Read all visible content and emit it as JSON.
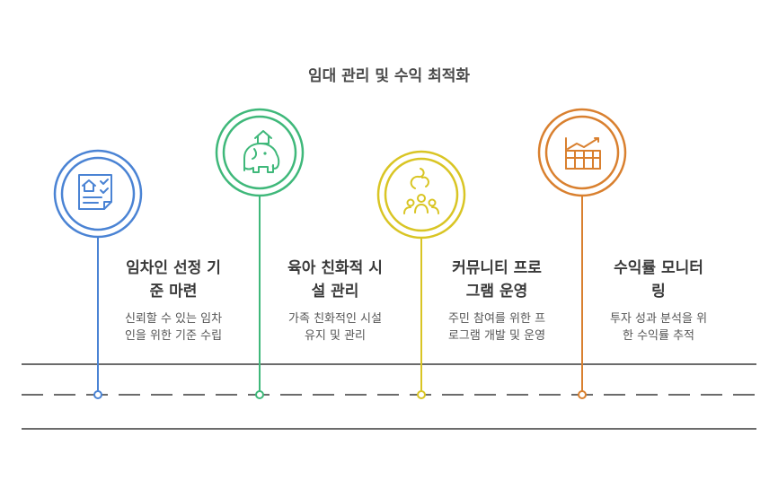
{
  "title": "임대 관리 및 수익 최적화",
  "colors": {
    "step1": "#4a83d4",
    "step2": "#3fb87a",
    "step3": "#d9c524",
    "step4": "#d9802f",
    "road": "#6b6b6b"
  },
  "steps": [
    {
      "icon": "tenant-checklist-icon",
      "title_line1": "임차인 선정 기",
      "title_line2": "준 마련",
      "desc_line1": "신뢰할 수 있는 임차",
      "desc_line2": "인을 위한 기준 수립"
    },
    {
      "icon": "elephant-house-icon",
      "title_line1": "육아 친화적 시",
      "title_line2": "설 관리",
      "desc_line1": "가족 친화적인 시설",
      "desc_line2": "유지 및 관리"
    },
    {
      "icon": "community-people-icon",
      "title_line1": "커뮤니티 프로",
      "title_line2": "그램 운영",
      "desc_line1": "주민 참여를 위한 프",
      "desc_line2": "로그램 개발 및 운영"
    },
    {
      "icon": "revenue-chart-icon",
      "title_line1": "수익률 모니터",
      "title_line2": "링",
      "desc_line1": "투자 성과 분석을 위",
      "desc_line2": "한 수익률 추적"
    }
  ]
}
